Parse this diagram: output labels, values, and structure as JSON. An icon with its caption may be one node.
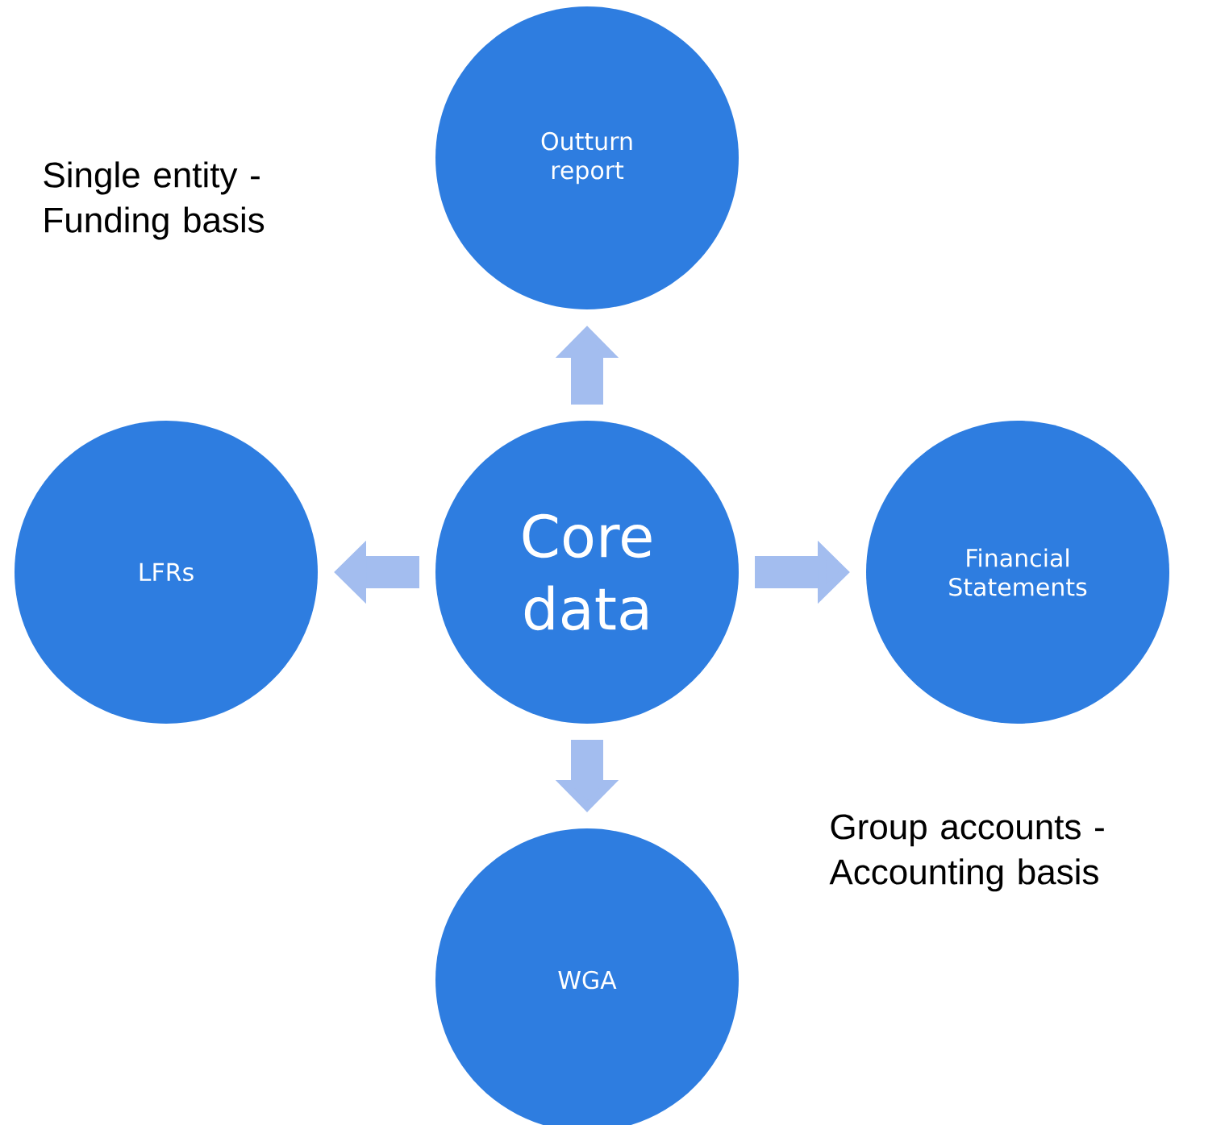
{
  "diagram": {
    "nodes": [
      {
        "text": [
          "Outturn report"
        ]
      },
      {
        "text": [
          "Core data"
        ]
      },
      {
        "text": [
          "LFRs"
        ]
      },
      {
        "text": [
          "Financial Statements"
        ]
      },
      {
        "text": [
          "WGA"
        ]
      }
    ],
    "edges": [
      {
        "from": 1,
        "to": 0,
        "arrow": "to"
      },
      {
        "from": 1,
        "to": 2,
        "arrow": "to"
      },
      {
        "from": 1,
        "to": 3,
        "arrow": "to"
      },
      {
        "from": 1,
        "to": 4,
        "arrow": "to"
      }
    ],
    "labels": [
      "Single entity - Funding basis",
      "Group accounts - Accounting basis"
    ]
  }
}
